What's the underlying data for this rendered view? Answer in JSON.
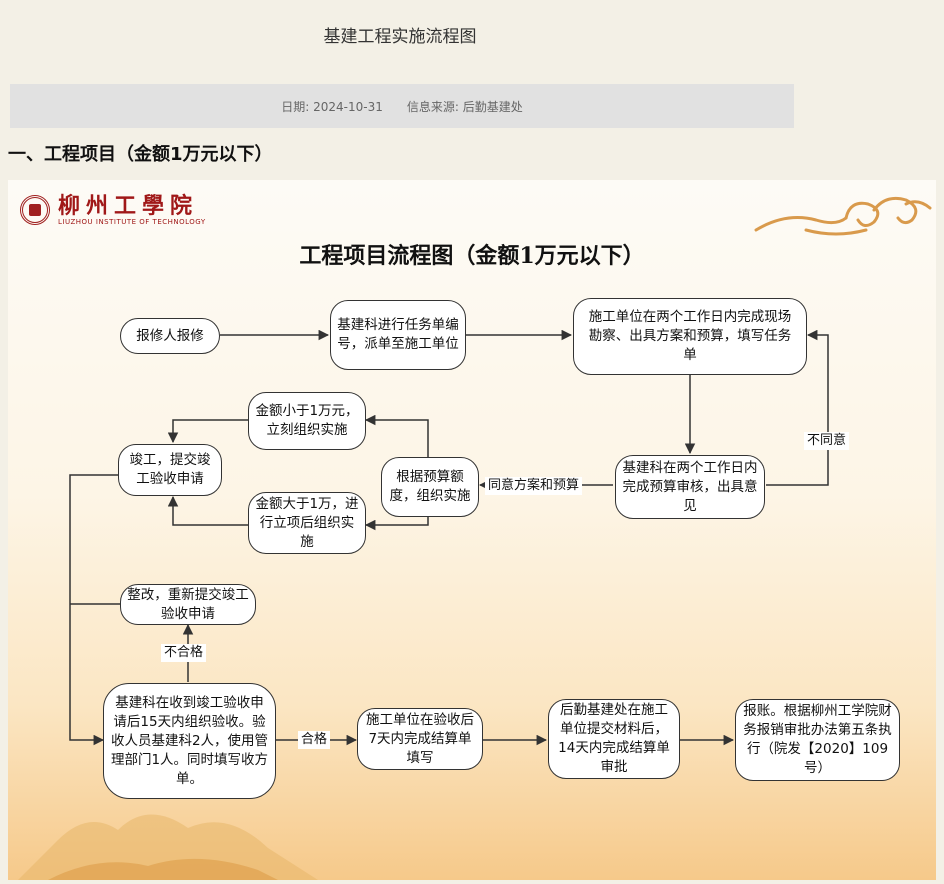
{
  "page": {
    "title": "基建工程实施流程图",
    "meta": {
      "date_label": "日期:",
      "date": "2024-10-31",
      "source_label": "信息来源:",
      "source": "后勤基建处"
    },
    "section_heading": "一、工程项目（金额1万元以下）"
  },
  "poster": {
    "logo": {
      "cn": "柳州工學院",
      "en": "LIUZHOU INSTITUTE OF TECHNOLOGY"
    },
    "title": "工程项目流程图（金额1万元以下）"
  },
  "flow": {
    "nodes": {
      "report": "报修人报修",
      "assign": "基建科进行任务单编号，派单至施工单位",
      "survey": "施工单位在两个工作日内完成现场勘察、出具方案和预算，填写任务单",
      "review": "基建科在两个工作日内完成预算审核，出具意见",
      "budget": "根据预算额度，组织实施",
      "under": "金额小于1万元，立刻组织实施",
      "over": "金额大于1万，进行立项后组织实施",
      "complete": "竣工，提交竣工验收申请",
      "rectify": "整改，重新提交竣工验收申请",
      "inspect": "基建科在收到竣工验收申请后15天内组织验收。验收人员基建科2人，使用管理部门1人。同时填写收方单。",
      "settle": "施工单位在验收后7天内完成结算单填写",
      "logistics": "后勤基建处在施工单位提交材料后，14天内完成结算单审批",
      "reimburse": "报账。根据柳州工学院财务报销审批办法第五条执行（院发【2020】109号）"
    },
    "labels": {
      "disagree": "不同意",
      "agree": "同意方案和预算",
      "fail": "不合格",
      "pass": "合格"
    }
  },
  "colors": {
    "seal_red": "#a01818",
    "gold": "#e3a04a"
  }
}
